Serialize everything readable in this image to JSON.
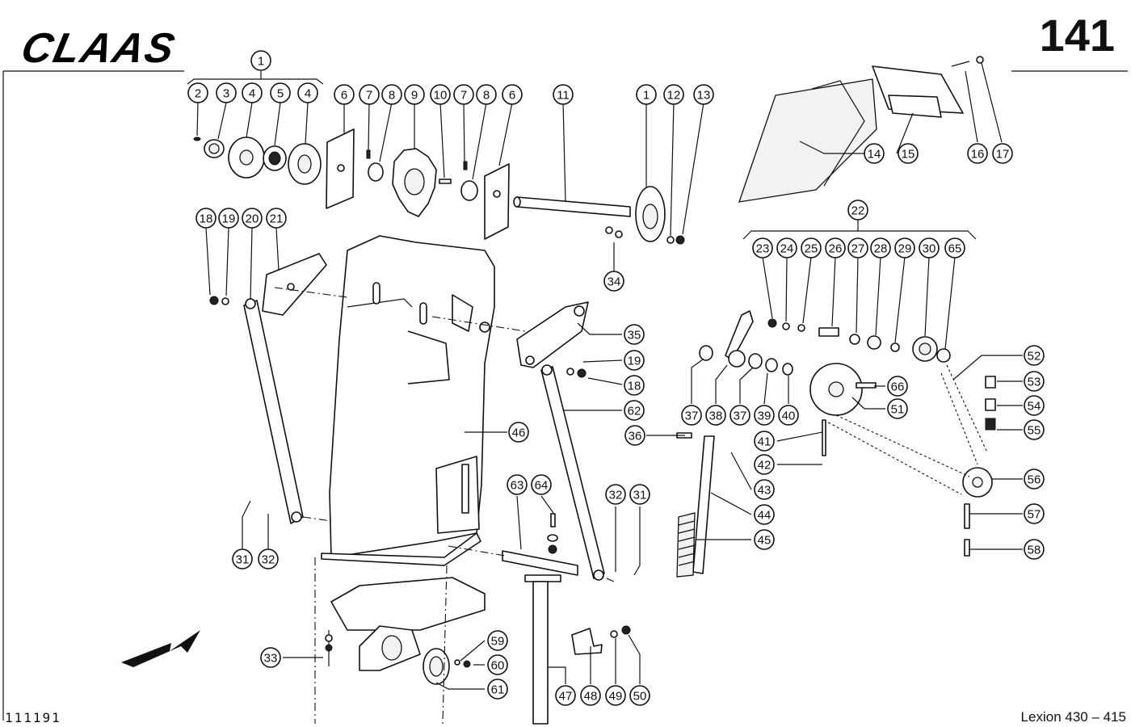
{
  "header": {
    "logo_text": "CLAAS",
    "page_number": "141"
  },
  "footer": {
    "doc_code": "111191",
    "model": "Lexion 430 – 415"
  },
  "callouts": [
    "1",
    "2",
    "3",
    "4",
    "5",
    "4",
    "6",
    "7",
    "8",
    "9",
    "10",
    "7",
    "8",
    "6",
    "11",
    "1",
    "12",
    "13",
    "14",
    "15",
    "16",
    "17",
    "18",
    "19",
    "20",
    "21",
    "22",
    "23",
    "24",
    "25",
    "26",
    "27",
    "28",
    "29",
    "30",
    "65",
    "34",
    "35",
    "19",
    "18",
    "52",
    "53",
    "54",
    "55",
    "37",
    "38",
    "37",
    "39",
    "40",
    "66",
    "51",
    "46",
    "62",
    "36",
    "41",
    "42",
    "43",
    "44",
    "45",
    "56",
    "57",
    "58",
    "63",
    "64",
    "32",
    "31",
    "31",
    "32",
    "33",
    "59",
    "60",
    "61",
    "47",
    "48",
    "49",
    "50"
  ]
}
